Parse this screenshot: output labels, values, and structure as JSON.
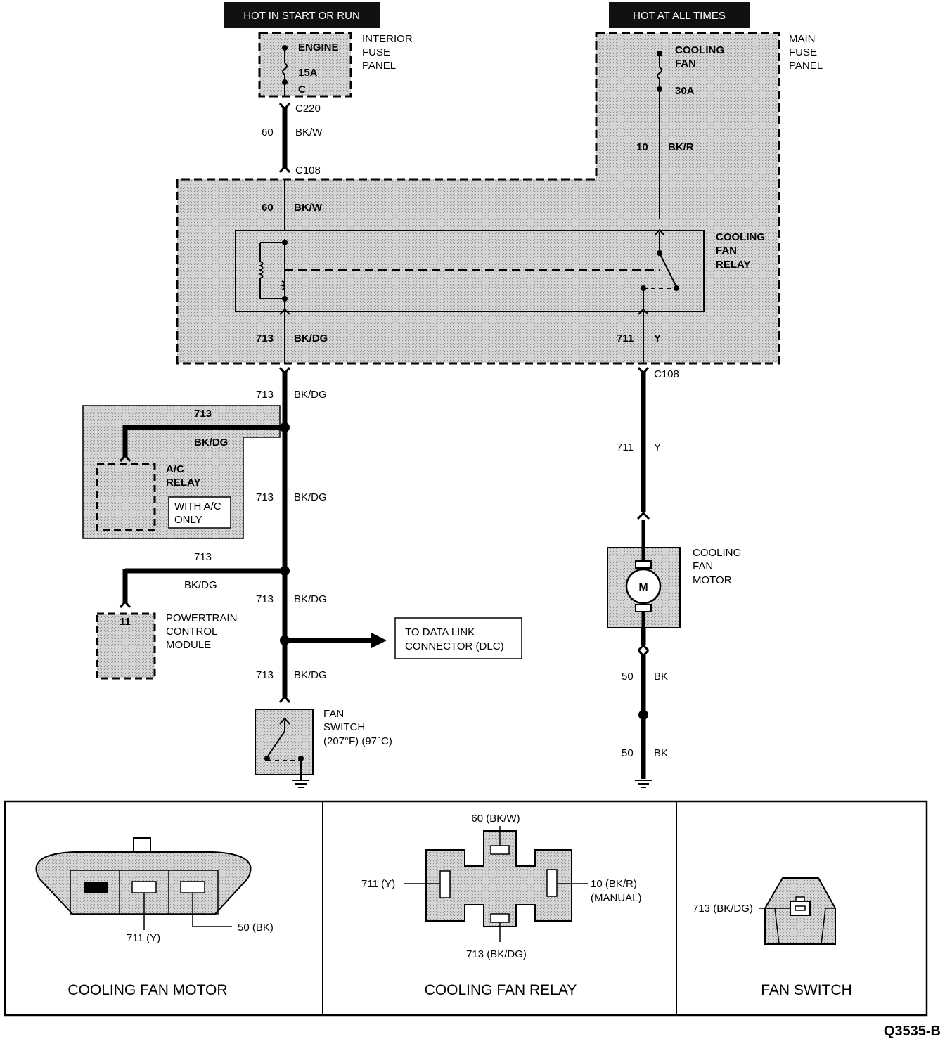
{
  "headers": {
    "left": "HOT IN START OR RUN",
    "right": "HOT AT ALL TIMES"
  },
  "interior_fuse_panel": {
    "title": [
      "INTERIOR",
      "FUSE",
      "PANEL"
    ],
    "fuse_name": "ENGINE",
    "fuse_rating": "15A",
    "terminal": "C"
  },
  "main_fuse_panel": {
    "title": [
      "MAIN",
      "FUSE",
      "PANEL"
    ],
    "fuse_name": [
      "COOLING",
      "FAN"
    ],
    "fuse_rating": "30A"
  },
  "connectors": {
    "c220": "C220",
    "c108_left": "C108",
    "c108_right": "C108"
  },
  "wires": {
    "w60_circuit": "60",
    "w60_color": "BK/W",
    "w10_circuit": "10",
    "w10_color": "BK/R",
    "w713_circuit": "713",
    "w713_color": "BK/DG",
    "w711_circuit": "711",
    "w711_color": "Y",
    "w50_circuit": "50",
    "w50_color": "BK"
  },
  "relay": {
    "title": [
      "COOLING",
      "FAN",
      "RELAY"
    ]
  },
  "ac_relay": {
    "title": [
      "A/C",
      "RELAY"
    ],
    "note": [
      "WITH A/C",
      "ONLY"
    ]
  },
  "pcm": {
    "title": [
      "POWERTRAIN",
      "CONTROL",
      "MODULE"
    ],
    "pin": "11"
  },
  "dlc": {
    "text": [
      "TO DATA LINK",
      "CONNECTOR (DLC)"
    ]
  },
  "fan_switch": {
    "title": [
      "FAN",
      "SWITCH",
      "(207°F) (97°C)"
    ]
  },
  "motor": {
    "title": [
      "COOLING",
      "FAN",
      "MOTOR"
    ],
    "symbol": "M"
  },
  "panels": {
    "motor": {
      "title": "COOLING FAN MOTOR",
      "pin_711": "711 (Y)",
      "pin_50": "50 (BK)"
    },
    "relay": {
      "title": "COOLING FAN RELAY",
      "pin_top": "60 (BK/W)",
      "pin_left": "711 (Y)",
      "pin_right": [
        "10 (BK/R)",
        "(MANUAL)"
      ],
      "pin_bottom": "713 (BK/DG)"
    },
    "switch": {
      "title": "FAN SWITCH",
      "pin": "713 (BK/DG)"
    }
  },
  "figure_ref": "Q3535-B",
  "colors": {
    "shade": "#c8c8c8",
    "ink": "#000000",
    "header_bg": "#111111"
  }
}
